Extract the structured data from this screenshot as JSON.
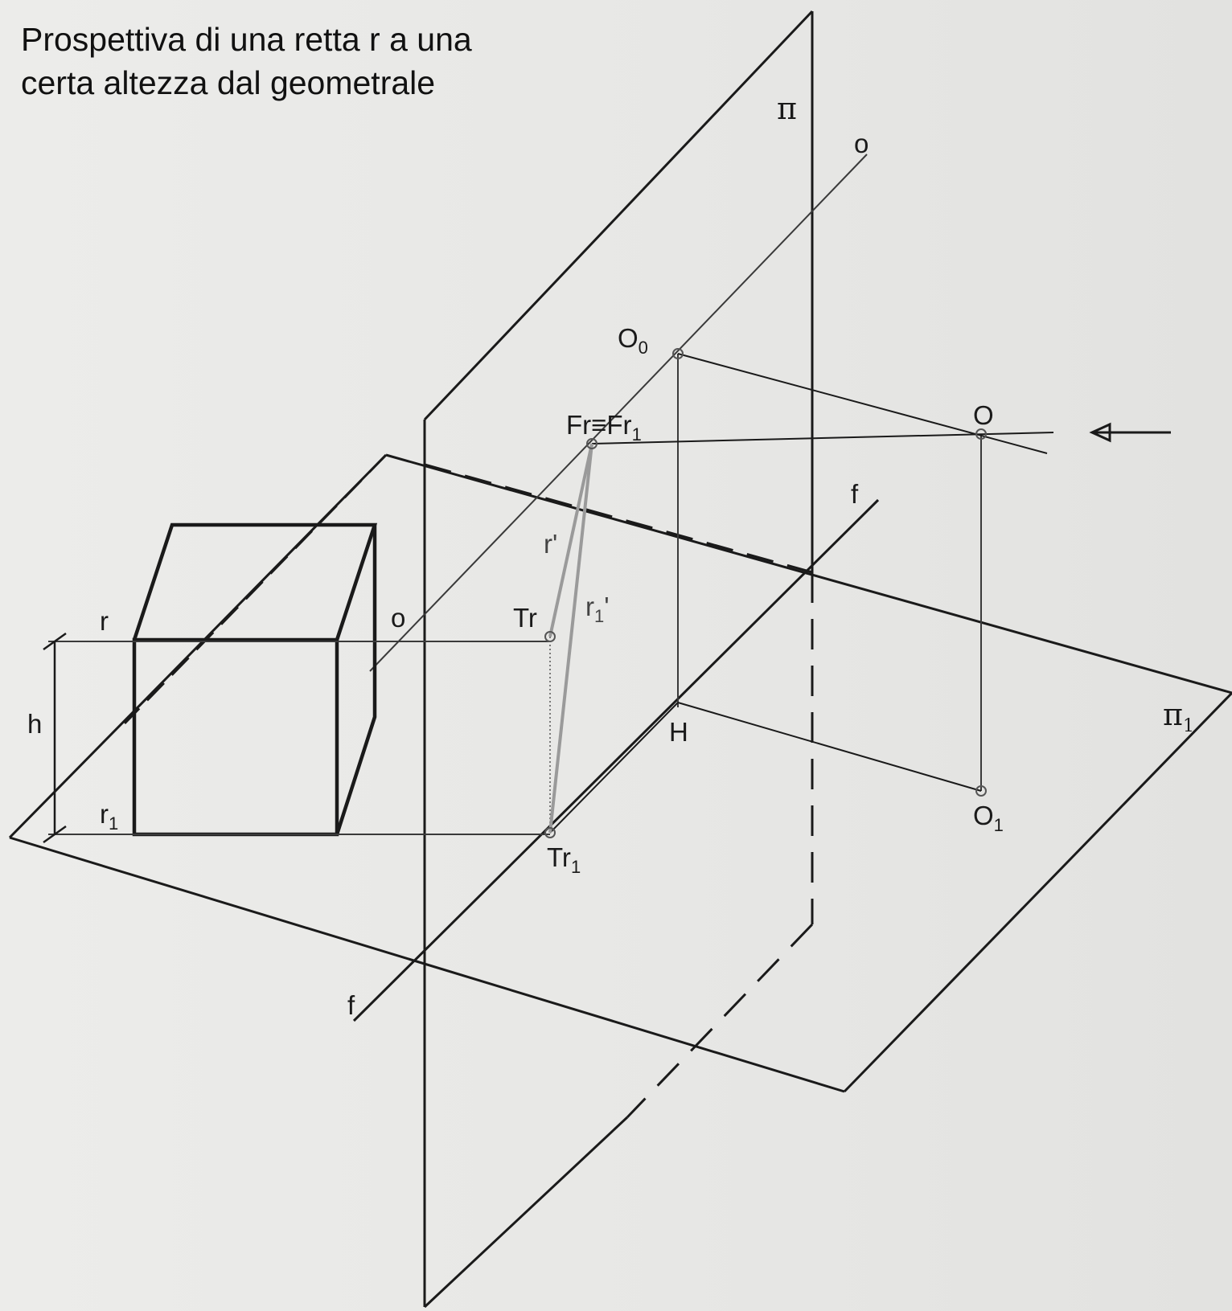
{
  "title": {
    "line1": "Prospettiva di una retta r a una",
    "line2": "certa altezza dal geometrale"
  },
  "labels": {
    "pi": "π",
    "pi1": "π",
    "pi1_sub": "1",
    "o_top": "o",
    "o_left": "o",
    "O0": "O",
    "O0_sub": "0",
    "Fr": "Fr≡Fr",
    "Fr_sub": "1",
    "O": "O",
    "f_top": "f",
    "f_bottom": "f",
    "r_prime": "r'",
    "r1_prime": "r",
    "r1_prime_sub": "1",
    "r1_prime_tick": "'",
    "Tr": "Tr",
    "H": "H",
    "O1": "O",
    "O1_sub": "1",
    "Tr1": "Tr",
    "Tr1_sub": "1",
    "r": "r",
    "h": "h",
    "r1": "r",
    "r1_sub": "1"
  },
  "colors": {
    "ink": "#1a1a1a",
    "thin_line": "#3a3a3a",
    "grey_line": "#9a9a9a",
    "point_ring": "#555555"
  }
}
